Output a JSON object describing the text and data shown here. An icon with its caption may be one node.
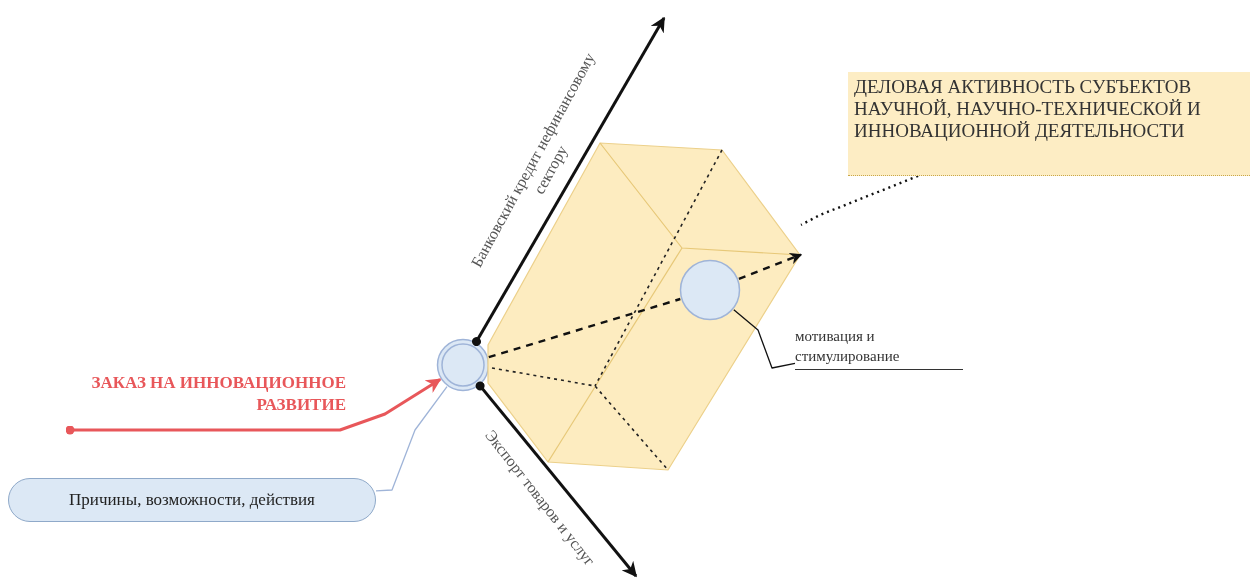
{
  "diagram": {
    "nodes": [
      {
        "text": [],
        "shape": "circle"
      },
      {
        "text": [],
        "shape": "box"
      },
      {
        "text": [],
        "shape": "circle",
        "in": 1
      },
      {
        "text": [
          "ДЕЛОВАЯ АКТИВНОСТЬ СУБЪЕКТОВ НАУЧНОЙ, НАУЧНО-ТЕХНИЧЕСКОЙ И ИННОВАЦИОННОЙ ДЕЯТЕЛЬНОСТИ"
        ]
      },
      {
        "text": [
          "Причины, возможности, действия"
        ]
      },
      {
        "text": [
          "мотивация и стимулирование"
        ]
      }
    ],
    "edges": [
      {
        "from": null,
        "to": 0,
        "arrow": "to",
        "label": "ЗАКАЗ НА ИННОВАЦИОННОЕ РАЗВИТИЕ",
        "color": "#e8575a"
      },
      {
        "from": 4,
        "to": 0,
        "arrow": "none",
        "color": "#9fb4d8"
      },
      {
        "from": 0,
        "to": null,
        "arrow": "to",
        "label": "Банковский кредит нефинансовому сектору"
      },
      {
        "from": 0,
        "to": null,
        "arrow": "to",
        "label": "Экспорт товаров и услуг"
      },
      {
        "from": 0,
        "to": 2,
        "arrow": "none",
        "style": "dashed"
      },
      {
        "from": 2,
        "to": 1,
        "arrow": "to",
        "style": "dashed"
      },
      {
        "from": 3,
        "to": 1,
        "arrow": "none",
        "style": "dashed"
      },
      {
        "from": 5,
        "to": 2,
        "arrow": "none"
      }
    ]
  }
}
